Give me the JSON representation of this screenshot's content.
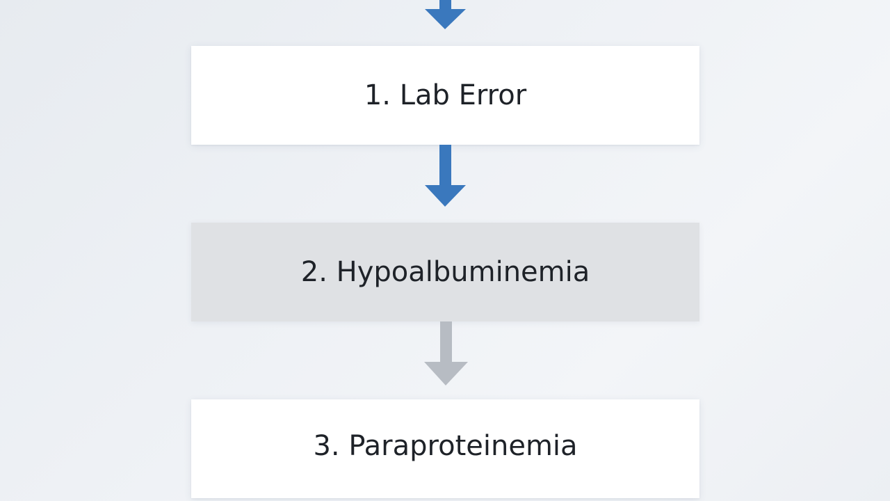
{
  "diagram": {
    "steps": [
      {
        "label": "1. Lab Error",
        "state": "default"
      },
      {
        "label": "2. Hypoalbuminemia",
        "state": "highlighted"
      },
      {
        "label": "3. Paraproteinemia",
        "state": "default"
      }
    ],
    "colors": {
      "active_arrow": "#3a78bd",
      "inactive_arrow": "#b7bcc3",
      "box_default": "#ffffff",
      "box_highlighted": "#dfe1e4",
      "text": "#1e2228"
    }
  }
}
